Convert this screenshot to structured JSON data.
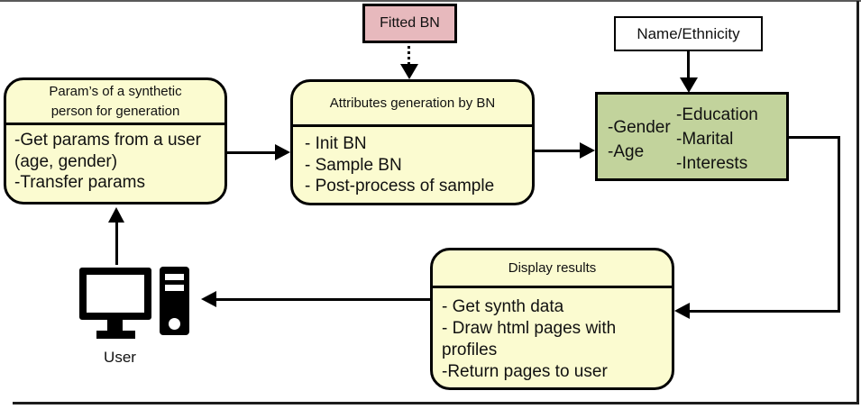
{
  "colors": {
    "box_yellow": "#FBFBD0",
    "box_pink": "#E7B9BD",
    "box_green": "#C2D39C",
    "line_black": "#000000",
    "frame_top_gray": "#5A5A5A"
  },
  "nodes": {
    "fitted_bn": {
      "label": "Fitted BN"
    },
    "name_ethnicity": {
      "label": "Name/Ethnicity"
    },
    "params": {
      "title": "Param’s of a synthetic person for generation",
      "items": [
        "-Get params from a user (age, gender)",
        "-Transfer params"
      ]
    },
    "attributes": {
      "title": "Attributes generation by BN",
      "items": [
        "- Init BN",
        "- Sample BN",
        "- Post-process of sample"
      ]
    },
    "profile": {
      "left_column": [
        "-Gender",
        "-Age"
      ],
      "right_column": [
        "-Education",
        "-Marital",
        "-Interests"
      ]
    },
    "display": {
      "title": "Display results",
      "items": [
        "- Get synth data",
        "- Draw html pages with profiles",
        "-Return pages to user"
      ]
    },
    "user": {
      "label": "User"
    }
  }
}
